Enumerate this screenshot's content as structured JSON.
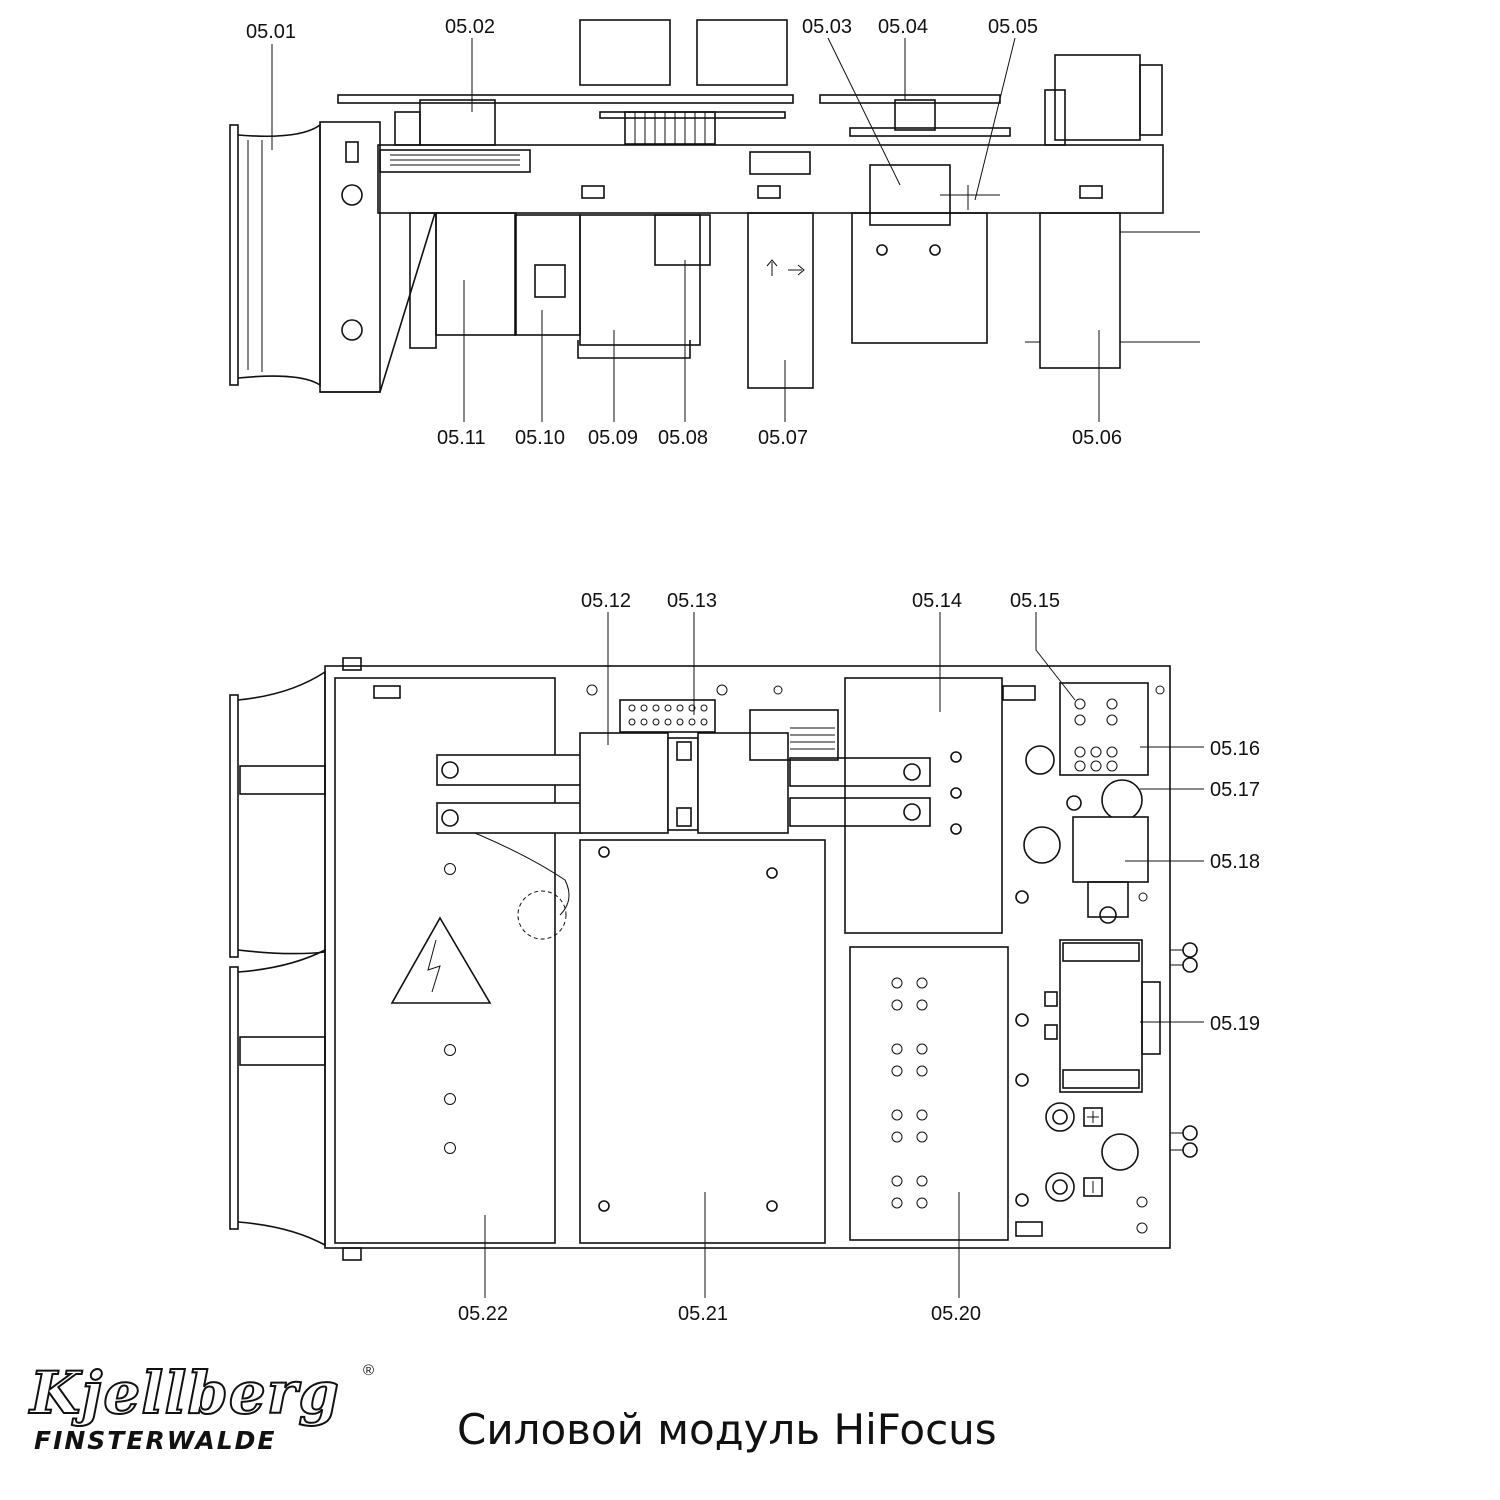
{
  "title": "Силовой модуль HiFocus",
  "logo": {
    "wordmark": "Kjellberg",
    "subtitle": "FINSTERWALDE",
    "registered": "®"
  },
  "top_view": {
    "labels": [
      "05.01",
      "05.02",
      "05.03",
      "05.04",
      "05.05",
      "05.06",
      "05.07",
      "05.08",
      "05.09",
      "05.10",
      "05.11"
    ]
  },
  "bottom_view": {
    "labels": [
      "05.12",
      "05.13",
      "05.14",
      "05.15",
      "05.16",
      "05.17",
      "05.18",
      "05.19",
      "05.20",
      "05.21",
      "05.22"
    ]
  }
}
